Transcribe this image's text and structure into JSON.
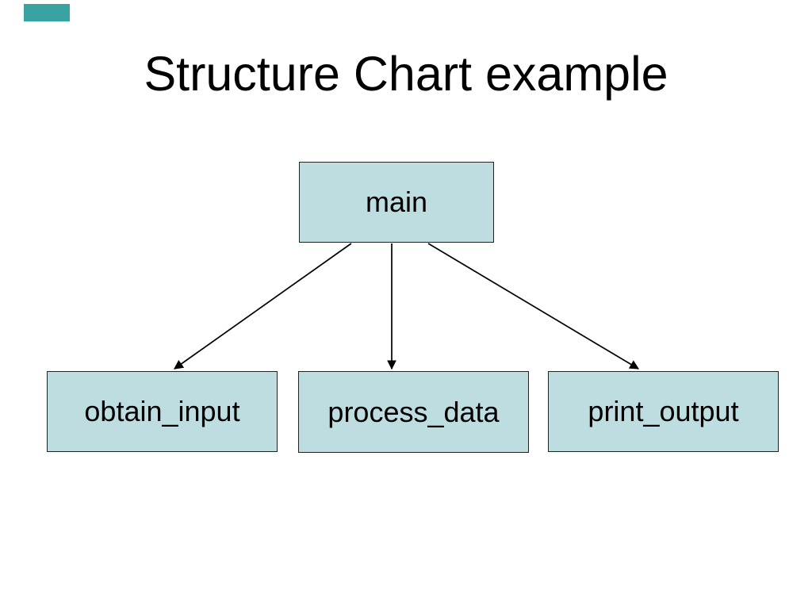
{
  "slide": {
    "title": "Structure Chart example",
    "colors": {
      "background": "#ffffff",
      "accent": "#39a3a1",
      "box_fill": "#bedde0",
      "box_border": "#222222",
      "text": "#000000",
      "arrow": "#000000"
    }
  },
  "diagram": {
    "type": "structure-chart",
    "nodes": [
      {
        "id": "main",
        "label": "main"
      },
      {
        "id": "obtain_input",
        "label": "obtain_input"
      },
      {
        "id": "process_data",
        "label": "process_data"
      },
      {
        "id": "print_output",
        "label": "print_output"
      }
    ],
    "edges": [
      {
        "from": "main",
        "to": "obtain_input"
      },
      {
        "from": "main",
        "to": "process_data"
      },
      {
        "from": "main",
        "to": "print_output"
      }
    ]
  }
}
